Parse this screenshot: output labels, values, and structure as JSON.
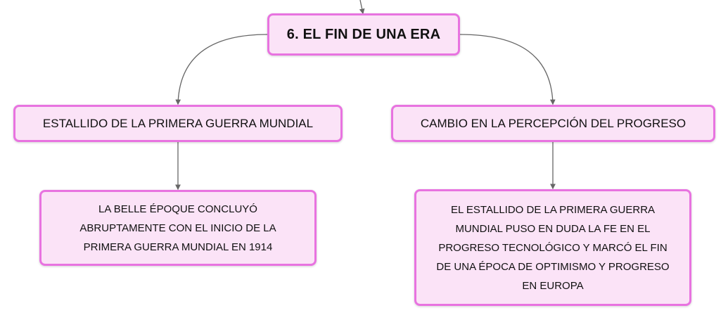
{
  "root": {
    "label": "6. EL FIN DE UNA ERA"
  },
  "branches": [
    {
      "label": "ESTALLIDO DE LA PRIMERA GUERRA MUNDIAL",
      "child": "LA BELLE ÉPOQUE CONCLUYÓ ABRUPTAMENTE CON EL INICIO DE LA PRIMERA GUERRA MUNDIAL EN 1914"
    },
    {
      "label": "CAMBIO EN LA PERCEPCIÓN DEL PROGRESO",
      "child": "EL ESTALLIDO DE LA PRIMERA GUERRA MUNDIAL PUSO EN DUDA LA FE EN EL PROGRESO TECNOLÓGICO Y MARCÓ EL FIN DE UNA ÉPOCA DE OPTIMISMO Y PROGRESO EN EUROPA"
    }
  ],
  "colors": {
    "node_fill": "#fbe3f7",
    "node_border": "#e873e0",
    "connector": "#666666"
  }
}
